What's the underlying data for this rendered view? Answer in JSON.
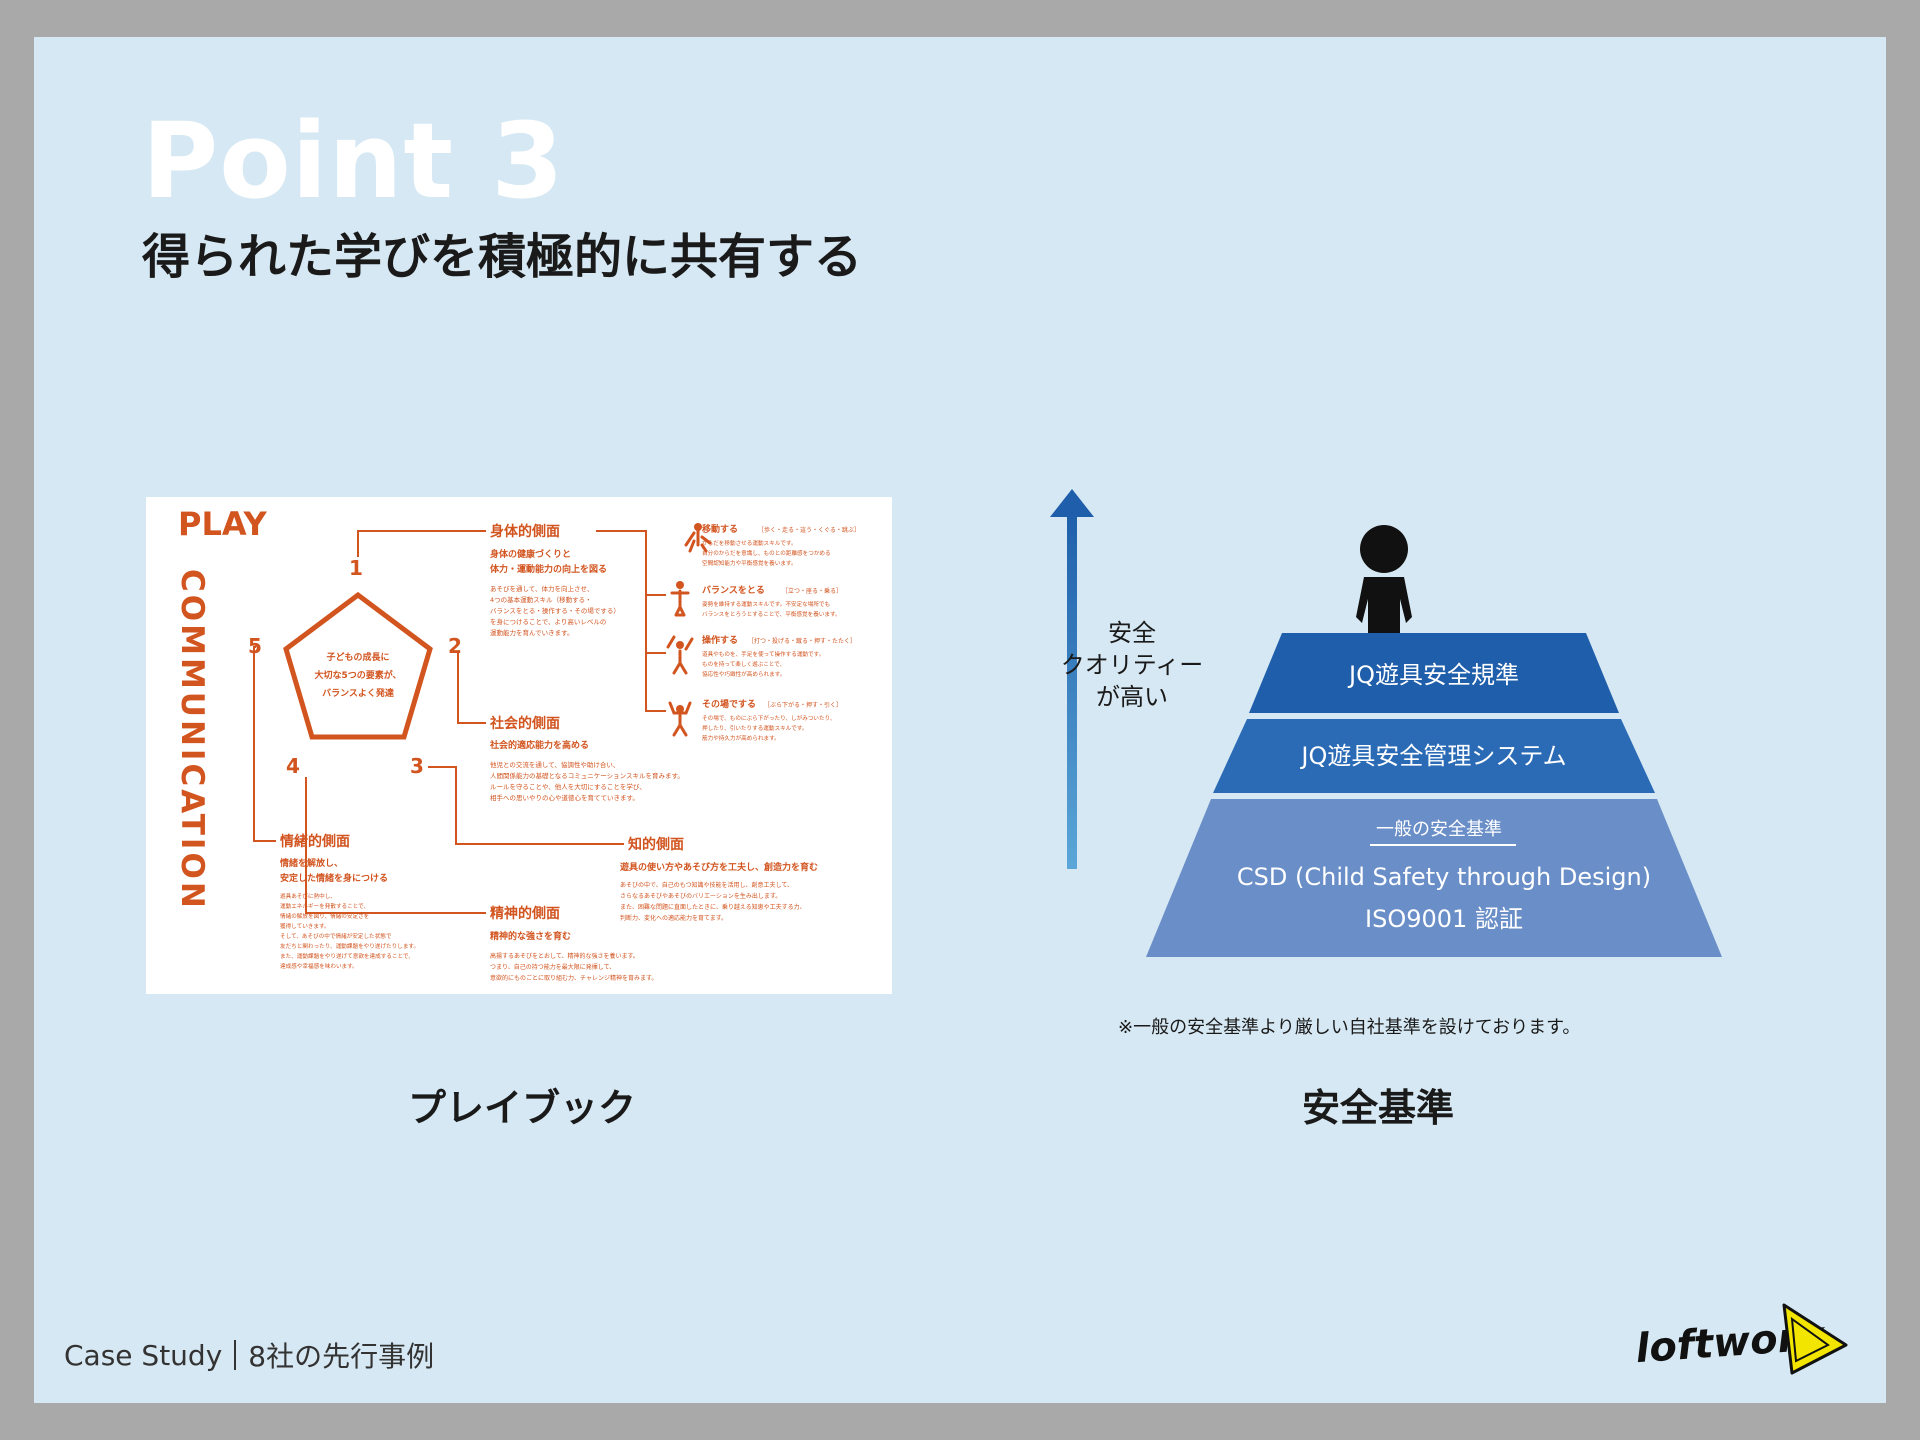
{
  "slide": {
    "point_title": "Point 3",
    "subtitle": "得られた学びを積極的に共有する"
  },
  "playbook_figure": {
    "play": "PLAY",
    "communication": "COMMUNICATION",
    "center": [
      "子どもの成長に",
      "大切な5つの要素が、",
      "バランスよく発達"
    ],
    "numbers": [
      "1",
      "2",
      "3",
      "4",
      "5"
    ],
    "physical": {
      "title": "身体的側面",
      "lead": [
        "身体の健康づくりと",
        "体力・運動能力の向上を図る"
      ],
      "body": [
        "あそびを通して、体力を向上させ、",
        "4つの基本運動スキル（移動する・",
        "バランスをとる・操作する・その場でする）",
        "を身につけることで、より高いレベルの",
        "運動能力を育んでいきます。"
      ]
    },
    "social": {
      "title": "社会的側面",
      "lead": "社会的適応能力を高める",
      "body": [
        "他児との交流を通して、協調性や助け合い、",
        "人間関係能力の基礎となるコミュニケーションスキルを育みます。",
        "ルールを守ることや、他人を大切にすることを学び、",
        "相手への思いやりの心や道徳心を育てていきます。"
      ]
    },
    "intellectual": {
      "title": "知的側面",
      "lead": "遊具の使い方やあそび方を工夫し、創造力を育む",
      "body": [
        "あそびの中で、自己のもつ知識や技能を活用し、創意工夫して、",
        "さらなるあそびやあそびのバリエーションを生み出します。",
        "また、困難な問題に直面したときに、乗り越える知恵や工夫する力、",
        "判断力、変化への適応能力を育てます。"
      ]
    },
    "emotional": {
      "title": "情緒的側面",
      "lead": [
        "情緒を解放し、",
        "安定した情緒を身につける"
      ],
      "body": [
        "遊具あそびに熱中し、",
        "運動エネルギーを発散することで、",
        "情緒の解放を図り、情緒の安定さを",
        "獲得していきます。",
        "そして、あそびの中で情緒が安定した状態で",
        "友だちと関わったり、運動課題をやり遂げたりします。",
        "また、運動課題をやり遂げて意欲を達成することで、",
        "達成感や幸福感を味わいます。"
      ]
    },
    "mental": {
      "title": "精神的側面",
      "lead": "精神的な強さを育む",
      "body": [
        "高揚するあそびをとおして、精神的な強さを養います。",
        "つまり、自己の持つ能力を最大限に発揮して、",
        "意欲的にものごとに取り組む力、チャレンジ精神を育みます。"
      ]
    },
    "skills": [
      {
        "icon": "moving-icon",
        "title": "移動する",
        "tag": "［歩く・走る・這う・くぐる・跳ぶ］",
        "lines": [
          "からだを移動させる運動スキルです。",
          "自分のからだを意識し、ものとの距離感をつかめる",
          "空間認知能力や平衡感覚を養います。"
        ]
      },
      {
        "icon": "balance-icon",
        "title": "バランスをとる",
        "tag": "［立つ・座る・乗る］",
        "lines": [
          "姿勢を維持する運動スキルです。不安定な場所でも",
          "バランスをとろうとすることで、平衡感覚を養います。"
        ]
      },
      {
        "icon": "manipulate-icon",
        "title": "操作する",
        "tag": "［打つ・投げる・蹴る・押す・たたく］",
        "lines": [
          "道具やものを、手足を使って操作する運動です。",
          "ものを持って楽しく遊ぶことで、",
          "協応性や巧緻性が高められます。"
        ]
      },
      {
        "icon": "in-place-icon",
        "title": "その場でする",
        "tag": "［ぶら下がる・押す・引く］",
        "lines": [
          "その場で、ものにぶら下がったり、しがみついたり、",
          "押したり、引いたりする運動スキルです。",
          "筋力や持久力が高められます。"
        ]
      }
    ]
  },
  "safety_figure": {
    "quality_label": [
      "安全",
      "クオリティー",
      "が高い"
    ],
    "tiers": [
      {
        "label": "JQ遊具安全規準",
        "color": "#1f5eaa"
      },
      {
        "label": "JQ遊具安全管理システム",
        "color": "#2b6bb6"
      },
      {
        "heading": "一般の安全基準",
        "lines": [
          "CSD (Child Safety through Design)",
          "ISO9001 認証"
        ],
        "color": "#6a8ec7"
      }
    ],
    "note": "※一般の安全基準より厳しい自社基準を設けております。"
  },
  "captions": {
    "left": "プレイブック",
    "right": "安全基準"
  },
  "footer": {
    "left": "Case Study",
    "right": "8社の先行事例"
  },
  "logo": {
    "text": "loftwork",
    "icon": "play-triangle-logo-icon",
    "color": "#f2e500"
  },
  "colors": {
    "slide_bg": "#d6e8f3",
    "frame": "#a9a9a9",
    "orange": "#d2541f",
    "dark_blue": "#1f5eaa",
    "light_blue": "#6a8ec7"
  }
}
